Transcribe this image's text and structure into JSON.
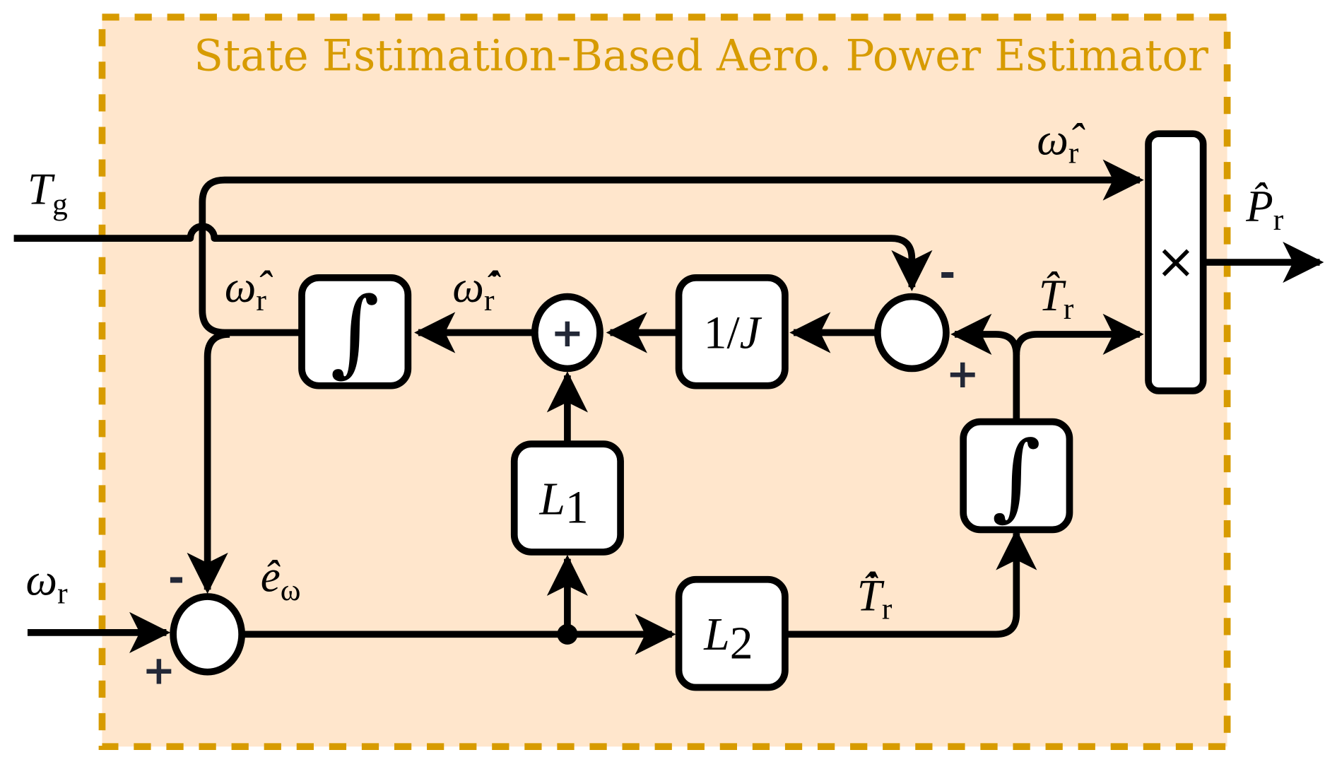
{
  "diagram": {
    "title": "State Estimation-Based Aero. Power Estimator",
    "colors": {
      "container_fill": "#FFE6CC",
      "container_border": "#D79B00",
      "title": "#D79B00",
      "wire": "#000000",
      "block_fill": "#FFFFFF",
      "sign": "#232837"
    },
    "inputs": [
      {
        "id": "Tg",
        "symbol": "T",
        "subscript": "g"
      },
      {
        "id": "omega_r",
        "symbol": "ω",
        "subscript": "r"
      }
    ],
    "outputs": [
      {
        "id": "P_hat_r",
        "symbol": "P̂",
        "subscript": "r"
      }
    ],
    "blocks": [
      {
        "id": "integrator-omega",
        "label": "∫"
      },
      {
        "id": "inverse-inertia",
        "label_num": "1/",
        "label_var": "J"
      },
      {
        "id": "gain-L1",
        "label_var": "L",
        "label_sub": "1"
      },
      {
        "id": "gain-L2",
        "label_var": "L",
        "label_sub": "2"
      },
      {
        "id": "integrator-torque",
        "label": "∫"
      },
      {
        "id": "multiplier",
        "label": "×"
      }
    ],
    "summing_junctions": [
      {
        "id": "sum-torque",
        "signs": {
          "top": "-",
          "bottom": "+"
        }
      },
      {
        "id": "sum-accel",
        "symbol": "+"
      },
      {
        "id": "sum-error",
        "signs": {
          "top": "-",
          "bottom": "+"
        }
      }
    ],
    "signal_labels": {
      "omega_hat_top": {
        "sym": "ω̂",
        "sub": "r"
      },
      "omega_hat_left": {
        "sym": "ω̂",
        "sub": "r"
      },
      "omega_hat_dot": {
        "sym": "ω̂̇",
        "sub": "r"
      },
      "T_hat_r": {
        "sym": "T̂",
        "sub": "r"
      },
      "T_hat_dot_r": {
        "sym": "T̂̇",
        "sub": "r"
      },
      "e_hat_omega": {
        "sym": "ê",
        "sub": "ω"
      },
      "Tg": {
        "sym": "T",
        "sub": "g"
      },
      "omega_r": {
        "sym": "ω",
        "sub": "r"
      },
      "P_hat_r": {
        "sym": "P̂",
        "sub": "r"
      }
    },
    "signs": {
      "minus": "-",
      "plus": "+"
    }
  }
}
